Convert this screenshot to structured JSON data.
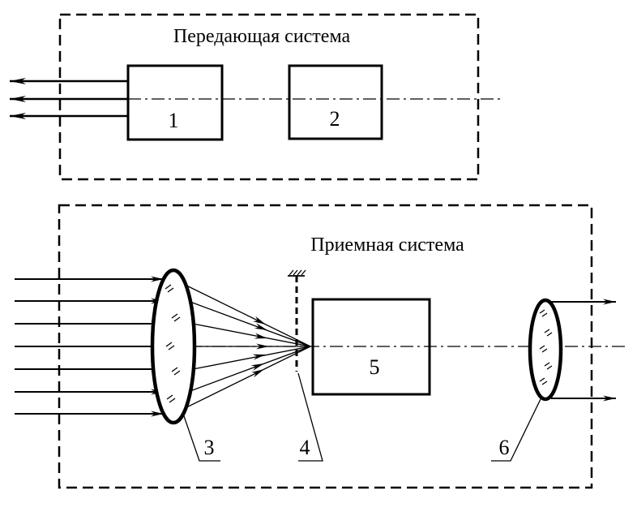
{
  "transmitter": {
    "title": "Передающая система",
    "block1_label": "1",
    "block2_label": "2"
  },
  "receiver": {
    "title": "Приемная система",
    "block5_label": "5",
    "callout3": "3",
    "callout4": "4",
    "callout6": "6"
  },
  "colors": {
    "stroke": "#000000",
    "background": "#ffffff"
  }
}
